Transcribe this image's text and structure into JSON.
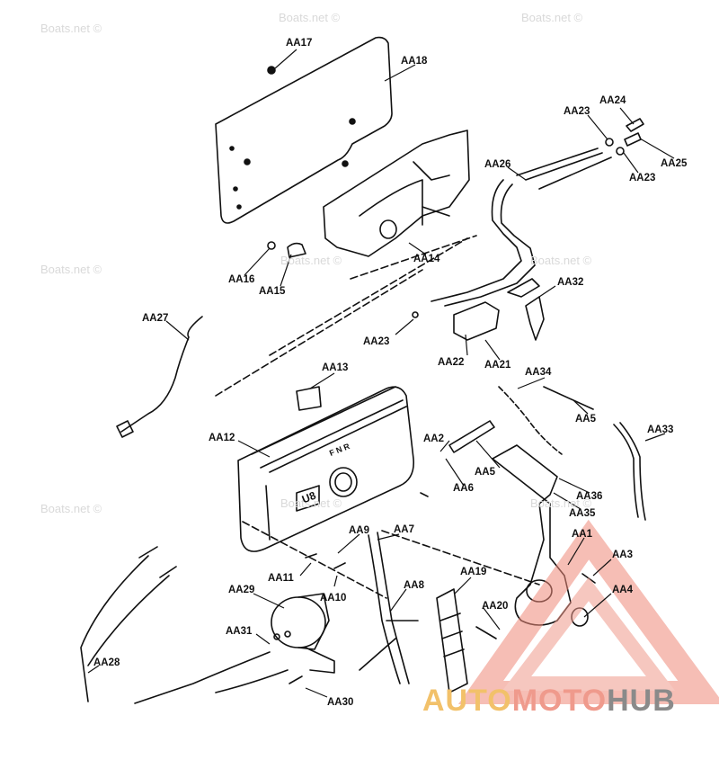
{
  "watermark": "Boats.net ©",
  "logo": {
    "part1": "AUTO",
    "part2": "MOTO",
    "part3": "HUB",
    "colors": [
      "#f2c16a",
      "#ef9a8c",
      "#8a8a8a"
    ]
  },
  "panel_text": {
    "gears": "F  N  R",
    "badge": "U8"
  },
  "labels": {
    "aa17": "AA17",
    "aa18": "AA18",
    "aa24": "AA24",
    "aa23a": "AA23",
    "aa25": "AA25",
    "aa23b": "AA23",
    "aa26": "AA26",
    "aa14": "AA14",
    "aa16": "AA16",
    "aa15": "AA15",
    "aa32": "AA32",
    "aa27": "AA27",
    "aa23c": "AA23",
    "aa22": "AA22",
    "aa21": "AA21",
    "aa13": "AA13",
    "aa34": "AA34",
    "aa5a": "AA5",
    "aa12": "AA12",
    "aa2": "AA2",
    "aa6": "AA6",
    "aa5b": "AA5",
    "aa33": "AA33",
    "aa36": "AA36",
    "aa35": "AA35",
    "aa9": "AA9",
    "aa7": "AA7",
    "aa1": "AA1",
    "aa3": "AA3",
    "aa29": "AA29",
    "aa11": "AA11",
    "aa10": "AA10",
    "aa8": "AA8",
    "aa19": "AA19",
    "aa20": "AA20",
    "aa4": "AA4",
    "aa31": "AA31",
    "aa28": "AA28",
    "aa30": "AA30"
  }
}
